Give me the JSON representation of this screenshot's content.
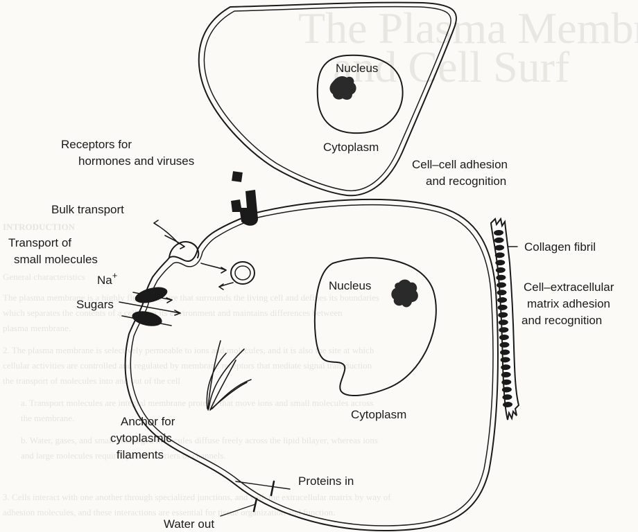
{
  "background_text": {
    "title_line1": "The Plasma Membr",
    "title_line2": "and Cell Surf",
    "section_heading": "INTRODUCTION",
    "subheading": "General characteristics",
    "lines": [
      "The plasma membrane is a highly fluid structure that surrounds the living cell and defines its boundaries",
      "which separates the contents of a cell from its environment and maintains differences between",
      "plasma membrane.",
      "2. The plasma membrane is selectively permeable to ions and molecules, and it is also the site at which",
      "cellular activities are controlled and regulated by membrane receptors that mediate signal transduction",
      "the transport of molecules into and out of the cell",
      "a. Transport molecules are integral membrane proteins that move ions and small molecules across",
      "the membrane.",
      "b. Water, gases, and small uncharged molecules diffuse freely across the lipid bilayer, whereas ions",
      "and large molecules require specific carriers or channels.",
      "3. Cells interact with one another through specialized junctions, and with the extracellular matrix by way of",
      "adhesion molecules, and these interactions are essential for tissue organization and function."
    ]
  },
  "labels": {
    "upper_nucleus": "Nucleus",
    "upper_cytoplasm": "Cytoplasm",
    "receptors_line1": "Receptors for",
    "receptors_line2": "hormones and viruses",
    "cell_cell_line1": "Cell–cell adhesion",
    "cell_cell_line2": "and recognition",
    "bulk_transport": "Bulk transport",
    "transport_line1": "Transport of",
    "transport_line2": "small molecules",
    "na_plus": "Na",
    "na_sup": "+",
    "sugars": "Sugars",
    "collagen_fibril": "Collagen fibril",
    "ecm_line1": "Cell–extracellular",
    "ecm_line2": "matrix adhesion",
    "ecm_line3": "and recognition",
    "lower_nucleus": "Nucleus",
    "lower_cytoplasm": "Cytoplasm",
    "anchor_line1": "Anchor for",
    "anchor_line2": "cytoplasmic",
    "anchor_line3": "filaments",
    "proteins_in": "Proteins in",
    "water_out": "Water out"
  },
  "colors": {
    "ink": "#1a1a1a",
    "paper": "#fbfaf7",
    "ghost_text": "#e8e6e0"
  }
}
